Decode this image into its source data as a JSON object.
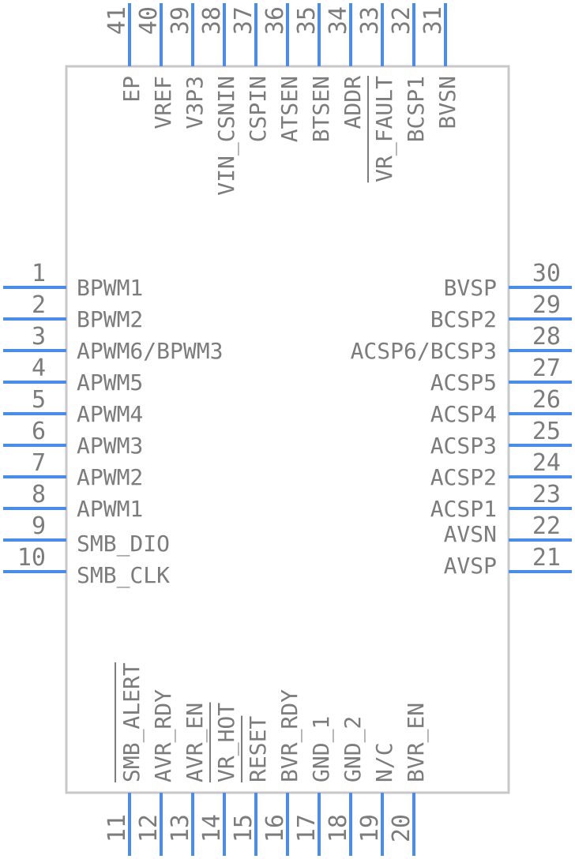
{
  "component": {
    "pins_left": [
      {
        "num": "1",
        "name": "BPWM1"
      },
      {
        "num": "2",
        "name": "BPWM2"
      },
      {
        "num": "3",
        "name": "APWM6/BPWM3"
      },
      {
        "num": "4",
        "name": "APWM5"
      },
      {
        "num": "5",
        "name": "APWM4"
      },
      {
        "num": "6",
        "name": "APWM3"
      },
      {
        "num": "7",
        "name": "APWM2"
      },
      {
        "num": "8",
        "name": "APWM1"
      },
      {
        "num": "9",
        "name": "SMB_DIO"
      },
      {
        "num": "10",
        "name": "SMB_CLK"
      }
    ],
    "pins_right": [
      {
        "num": "30",
        "name": "BVSP"
      },
      {
        "num": "29",
        "name": "BCSP2"
      },
      {
        "num": "28",
        "name": "ACSP6/BCSP3"
      },
      {
        "num": "27",
        "name": "ACSP5"
      },
      {
        "num": "26",
        "name": "ACSP4"
      },
      {
        "num": "25",
        "name": "ACSP3"
      },
      {
        "num": "24",
        "name": "ACSP2"
      },
      {
        "num": "23",
        "name": "ACSP1"
      },
      {
        "num": "22",
        "name": "AVSN"
      },
      {
        "num": "21",
        "name": "AVSP"
      }
    ],
    "pins_top": [
      {
        "num": "41",
        "name": "EP"
      },
      {
        "num": "40",
        "name": "VREF"
      },
      {
        "num": "39",
        "name": "V3P3"
      },
      {
        "num": "38",
        "name": "VIN_CSNIN"
      },
      {
        "num": "37",
        "name": "CSPIN"
      },
      {
        "num": "36",
        "name": "ATSEN"
      },
      {
        "num": "35",
        "name": "BTSEN"
      },
      {
        "num": "34",
        "name": "ADDR"
      },
      {
        "num": "33",
        "name": "VR_FAULT",
        "overbar": true
      },
      {
        "num": "32",
        "name": "BCSP1"
      },
      {
        "num": "31",
        "name": "BVSN"
      }
    ],
    "pins_bottom": [
      {
        "num": "11",
        "name": "SMB_ALERT",
        "overbar": true
      },
      {
        "num": "12",
        "name": "AVR_RDY"
      },
      {
        "num": "13",
        "name": "AVR_EN"
      },
      {
        "num": "14",
        "name": "VR_HOT",
        "overbar": true
      },
      {
        "num": "15",
        "name": "RESET",
        "overbar": true
      },
      {
        "num": "16",
        "name": "BVR_RDY"
      },
      {
        "num": "17",
        "name": "GND_1"
      },
      {
        "num": "18",
        "name": "GND_2"
      },
      {
        "num": "19",
        "name": "N/C"
      },
      {
        "num": "20",
        "name": "BVR_EN"
      }
    ],
    "colors": {
      "pin": "#4a8de8",
      "body": "#c8c8c8",
      "text": "#7c7c7c"
    }
  }
}
